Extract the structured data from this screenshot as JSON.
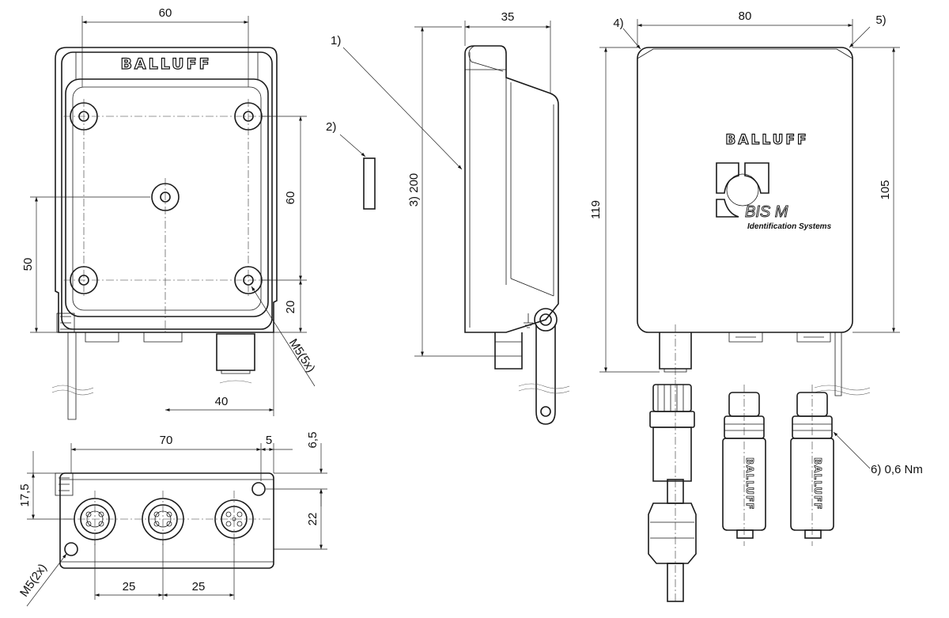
{
  "brand_logo": "BALLUFF",
  "product_logo": "BIS M",
  "product_tagline": "Identification Systems",
  "front_view": {
    "dims": {
      "width_top": "60",
      "hole_vertical": "60",
      "hole_lower": "50",
      "bottom_offset": "20",
      "bottom_width": "40"
    },
    "thread_note": "M5(5x)"
  },
  "side_view": {
    "dims": {
      "depth": "35"
    },
    "height_note": "3)  200",
    "callout_1": "1)",
    "callout_2": "2)"
  },
  "rear_view": {
    "dims": {
      "width": "80",
      "height_total": "119",
      "height_body": "105"
    },
    "callout_4": "4)",
    "callout_5": "5)",
    "torque_note": "6) 0,6 Nm"
  },
  "bottom_view": {
    "dims": {
      "length": "70",
      "edge_offset": "5",
      "top_offset": "6,5",
      "left_height": "17,5",
      "right_height": "22",
      "pitch_1": "25",
      "pitch_2": "25"
    },
    "thread_note": "M5(2x)"
  }
}
